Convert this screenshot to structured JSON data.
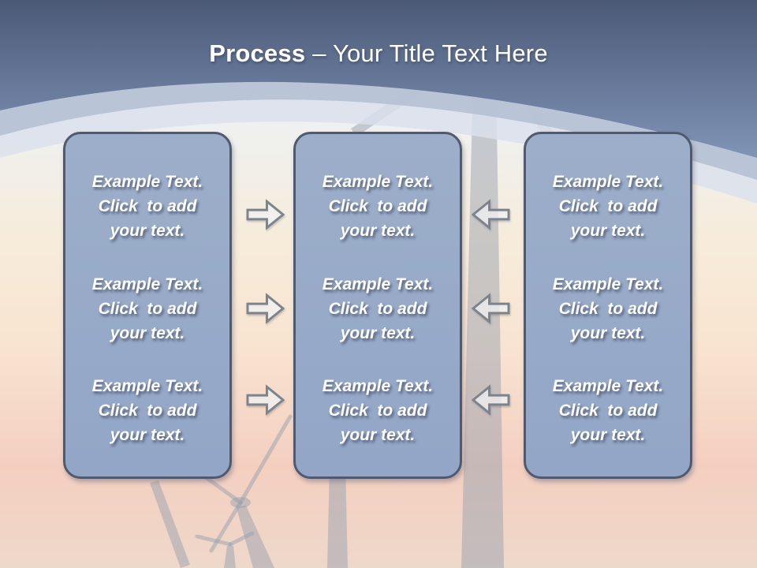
{
  "title": {
    "bold_text": "Process",
    "regular_text": "– Your Title Text Here"
  },
  "columns": [
    {
      "id": "left",
      "blocks": [
        {
          "text": "Example Text.\nClick  to add\nyour text."
        },
        {
          "text": "Example Text.\nClick  to add\nyour text."
        },
        {
          "text": "Example Text.\nClick  to add\nyour text."
        }
      ]
    },
    {
      "id": "middle",
      "blocks": [
        {
          "text": "Example Text.\nClick  to add\nyour text."
        },
        {
          "text": "Example Text.\nClick  to add\nyour text."
        },
        {
          "text": "Example Text.\nClick  to add\nyour text."
        }
      ]
    },
    {
      "id": "right",
      "blocks": [
        {
          "text": "Example Text.\nClick  to add\nyour text."
        },
        {
          "text": "Example Text.\nClick  to add\nyour text."
        },
        {
          "text": "Example Text.\nClick  to add\nyour text."
        }
      ]
    }
  ],
  "connectors": {
    "left_to_middle": {
      "icon": "block-arrow-right-icon",
      "direction": "right",
      "count": 3
    },
    "right_to_middle": {
      "icon": "block-arrow-left-icon",
      "direction": "left",
      "count": 3
    }
  },
  "background_scene": "wind-turbines-sunset-photo",
  "colors": {
    "header_top": "#4b5977",
    "header_bottom": "#8094b6",
    "band_inner": "#b5c0d4",
    "band_outer": "#dbe1ec",
    "box_fill": "#93a6c7",
    "box_border": "#4f5a6e",
    "arrow_stroke": "#7d838c",
    "arrow_fill": "#ffffff",
    "bg_top": "#edf1f6",
    "bg_mid": "#f7ecdb",
    "bg_low": "#f4cfc0",
    "bg_bottom": "#eed8ca",
    "turbine": "#9aa2af",
    "text_color": "#ffffff"
  }
}
